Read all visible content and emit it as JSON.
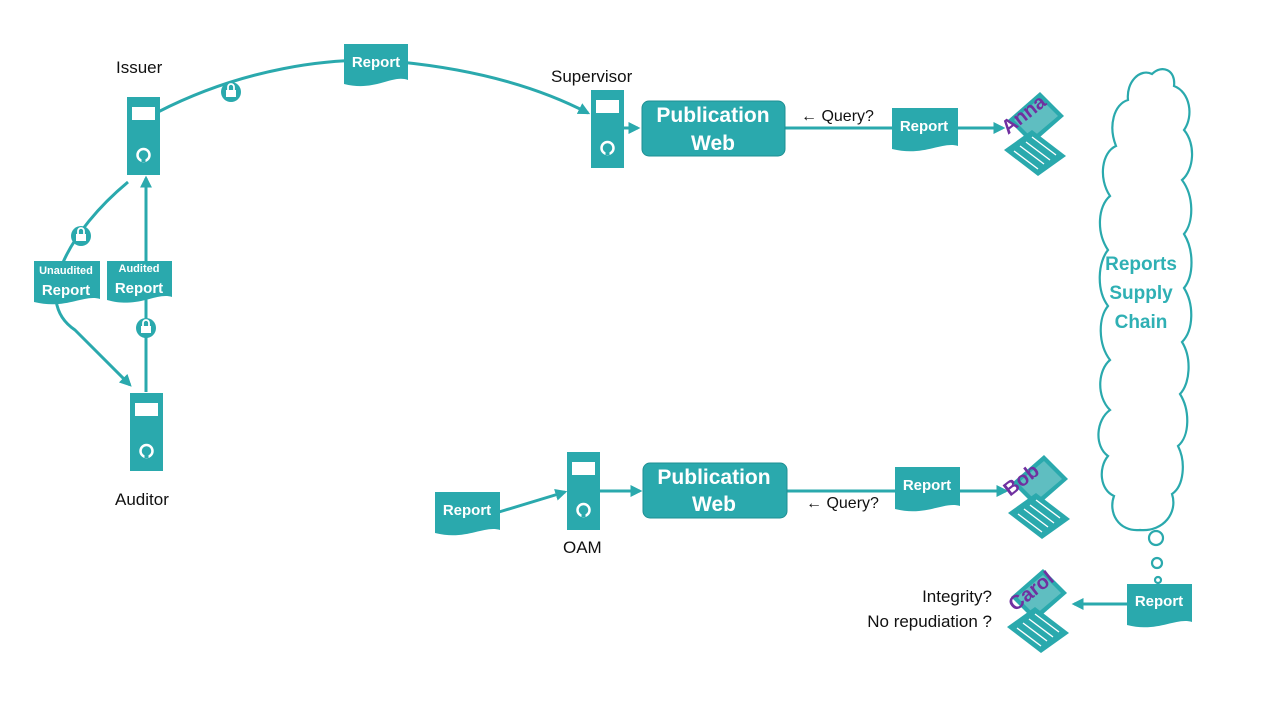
{
  "colors": {
    "teal": "#2aa9ad",
    "teal_dark": "#1e8f93",
    "user_purple": "#7030a0",
    "text_dark": "#111111",
    "cloud_text": "#2fb0b4"
  },
  "nodes": {
    "issuer": "Issuer",
    "auditor": "Auditor",
    "supervisor": "Supervisor",
    "oam": "OAM"
  },
  "documents": {
    "report_top": "Report",
    "unaudited_small": "Unaudited",
    "unaudited_main": "Report",
    "audited_small": "Audited",
    "audited_main": "Report",
    "report_anna": "Report",
    "report_oam_input": "Report",
    "report_bob": "Report",
    "report_carol": "Report"
  },
  "publication": {
    "top_line1": "Publication",
    "top_line2": "Web",
    "bottom_line1": "Publication",
    "bottom_line2": "Web"
  },
  "queries": {
    "top": "← Query?",
    "bottom": "← Query?"
  },
  "users": {
    "anna": "Anna",
    "bob": "Bob",
    "carol": "Carol"
  },
  "cloud": {
    "line1": "Reports",
    "line2": "Supply",
    "line3": "Chain"
  },
  "questions": {
    "integrity": "Integrity?",
    "repudiation": "No repudiation  ?"
  },
  "icons": [
    "server-icon",
    "lock-icon",
    "laptop-icon",
    "document-icon",
    "thought-cloud-icon"
  ]
}
